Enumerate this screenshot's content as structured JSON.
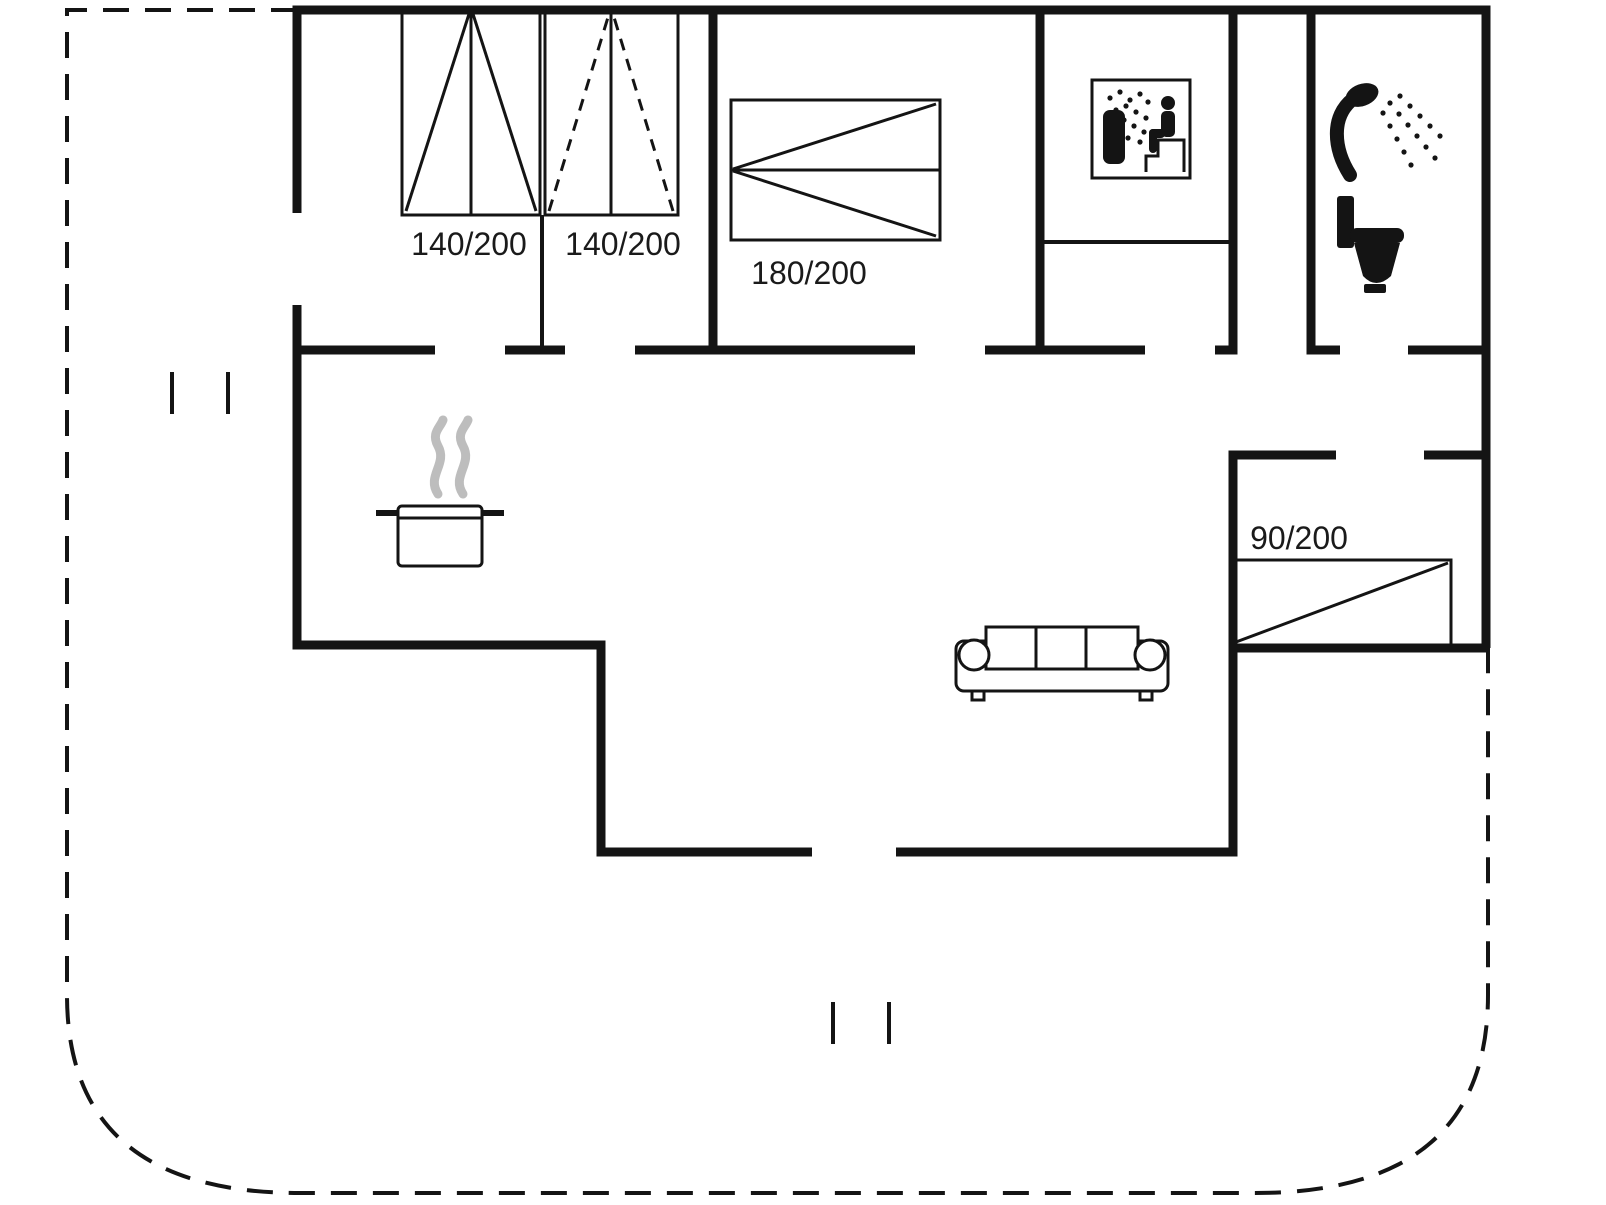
{
  "floorplan": {
    "labels": {
      "bed_a": "140/200",
      "bed_b": "140/200",
      "bed_c": "180/200",
      "bed_d": "90/200"
    },
    "icons": {
      "sauna": "sauna-pictogram",
      "shower": "shower-head-with-spray",
      "toilet": "toilet-silhouette",
      "stove": "cooking-pot-with-steam",
      "sofa": "three-seat-sofa"
    },
    "colors": {
      "wall": "#141414",
      "steam": "#bdbdbd",
      "text": "#1a1a1a",
      "background": "#ffffff"
    }
  }
}
